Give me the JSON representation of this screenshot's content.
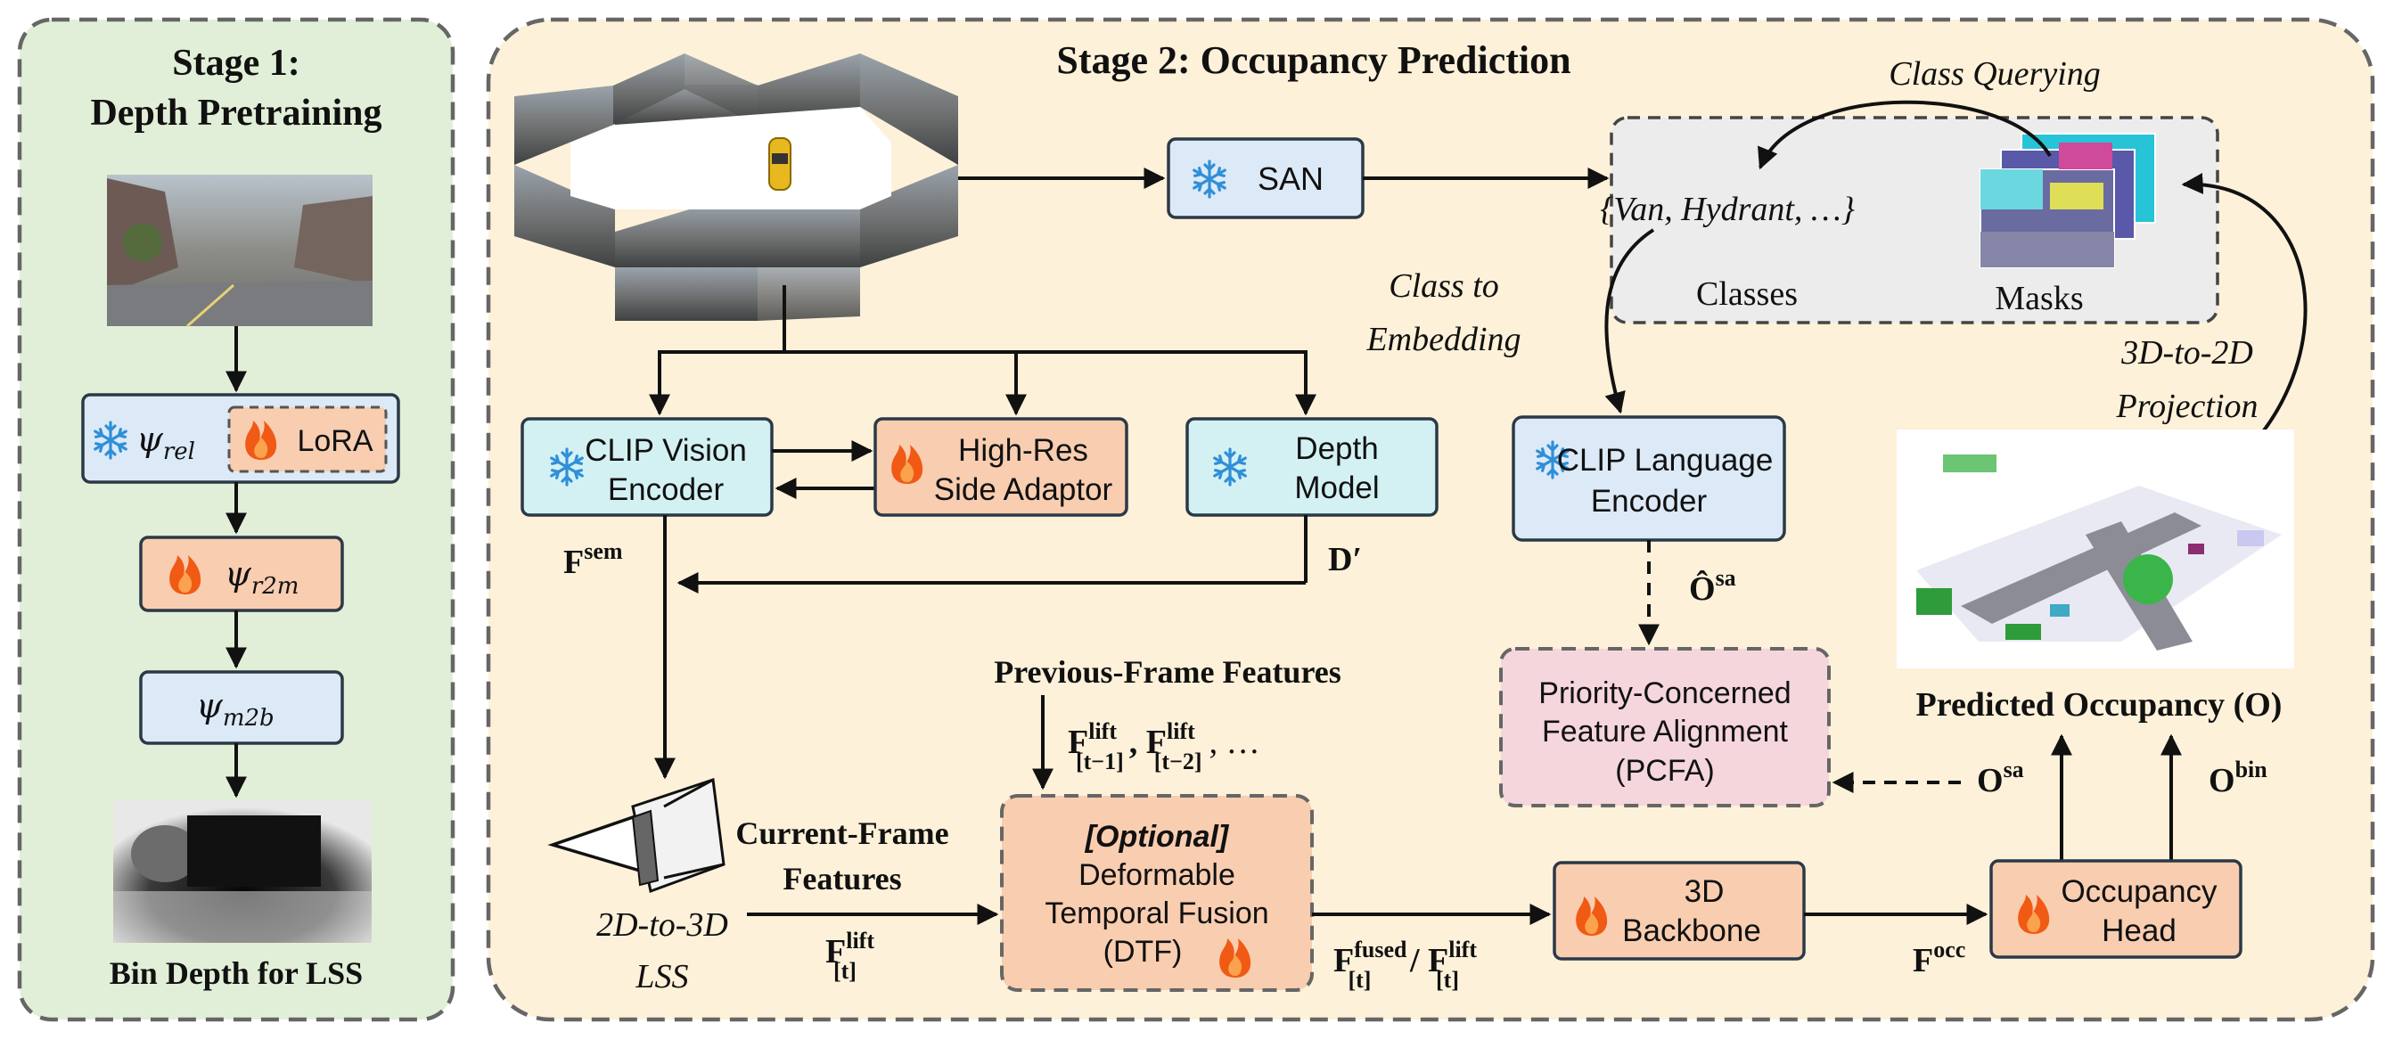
{
  "colors": {
    "stage1_bg": "#e2efd8",
    "stage2_bg": "#fdf1d9",
    "frozen_blue": "#dce9f7",
    "frozen_cyan": "#d3f1f3",
    "trainable_orange": "#f8cdb0",
    "pcfa_pink": "#f5d6dd",
    "snow": "#2f8fd8",
    "fire": "#f05a14",
    "border": "#2b3947"
  },
  "stage1": {
    "title_line1": "Stage 1:",
    "title_line2": "Depth Pretraining",
    "psi_rel": {
      "sym": "ψ",
      "sub": "rel"
    },
    "lora": "LoRA",
    "psi_r2m": {
      "sym": "ψ",
      "sub": "r2m"
    },
    "psi_m2b": {
      "sym": "ψ",
      "sub": "m2b"
    },
    "caption": "Bin Depth for LSS"
  },
  "stage2": {
    "title": "Stage 2: Occupancy Prediction",
    "san": "SAN",
    "class_querying": "Class Querying",
    "classes_set": "{Van, Hydrant, …}",
    "classes_label": "Classes",
    "masks_label": "Masks",
    "class_to_embedding_1": "Class to",
    "class_to_embedding_2": "Embedding",
    "projection_1": "3D-to-2D",
    "projection_2": "Projection",
    "clip_vision_1": "CLIP Vision",
    "clip_vision_2": "Encoder",
    "highres_1": "High-Res",
    "highres_2": "Side Adaptor",
    "depth_1": "Depth",
    "depth_2": "Model",
    "clip_lang_1": "CLIP Language",
    "clip_lang_2": "Encoder",
    "f_sem": {
      "base": "F",
      "sup": "sem"
    },
    "d_prime": "D′",
    "o_sa_hat": {
      "base": "Ô",
      "sup": "sa"
    },
    "pcfa_1": "Priority-Concerned",
    "pcfa_2": "Feature Alignment",
    "pcfa_3": "(PCFA)",
    "predicted_occ": "Predicted Occupancy (O)",
    "o_sa": {
      "base": "O",
      "sup": "sa"
    },
    "o_bin": {
      "base": "O",
      "sup": "bin"
    },
    "prev_frame": "Previous-Frame Features",
    "prev_feats": {
      "f1_base": "F",
      "f1_sup": "lift",
      "f1_sub": "[t−1]",
      "f2_base": "F",
      "f2_sup": "lift",
      "f2_sub": "[t−2]",
      "tail": ", …"
    },
    "lss_1": "2D-to-3D",
    "lss_2": "LSS",
    "current_1": "Current-Frame",
    "current_2": "Features",
    "f_lift_t": {
      "base": "F",
      "sup": "lift",
      "sub": "[t]"
    },
    "dtf_1": "[Optional]",
    "dtf_2": "Deformable",
    "dtf_3": "Temporal Fusion",
    "dtf_4": "(DTF)",
    "fused": {
      "base": "F",
      "sup": "fused",
      "sub": "[t]",
      "sep": " / ",
      "base2": "F",
      "sup2": "lift",
      "sub2": "[t]"
    },
    "backbone_1": "3D",
    "backbone_2": "Backbone",
    "f_occ": {
      "base": "F",
      "sup": "occ"
    },
    "occ_head_1": "Occupancy",
    "occ_head_2": "Head"
  }
}
